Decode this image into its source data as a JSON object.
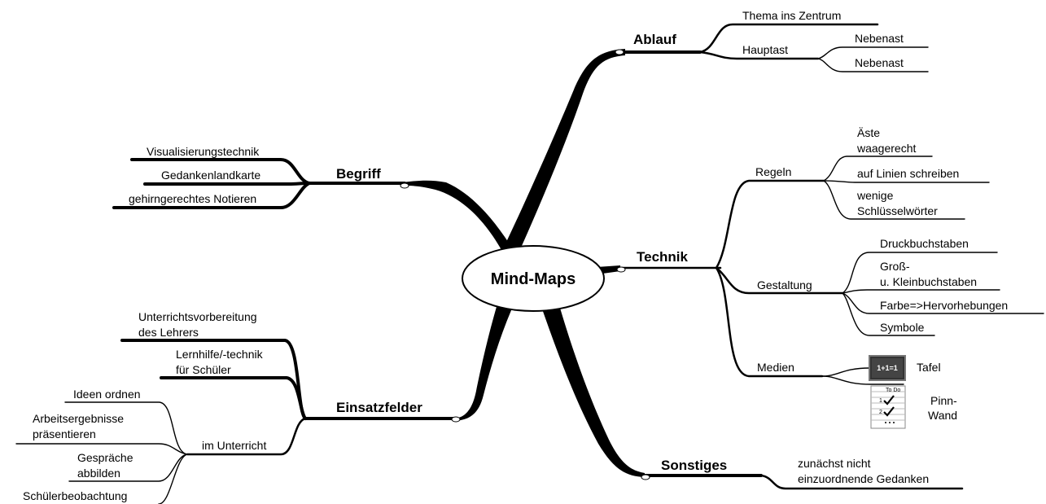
{
  "center": "Mind-Maps",
  "branches": {
    "ablauf": {
      "label": "Ablauf",
      "items": [
        "Thema ins Zentrum",
        "Hauptast"
      ],
      "hauptast_items": [
        "Nebenast",
        "Nebenast"
      ]
    },
    "begriff": {
      "label": "Begriff",
      "items": [
        "Visualisierungstechnik",
        "Gedankenlandkarte",
        "gehirngerechtes Notieren"
      ]
    },
    "technik": {
      "label": "Technik",
      "regeln": {
        "label": "Regeln",
        "items": [
          {
            "line1": "Äste",
            "line2": "waagerecht"
          },
          {
            "line1": "auf Linien schreiben",
            "line2": ""
          },
          {
            "line1": "wenige",
            "line2": "Schlüsselwörter"
          }
        ]
      },
      "gestaltung": {
        "label": "Gestaltung",
        "items": [
          {
            "line1": "Druckbuchstaben",
            "line2": ""
          },
          {
            "line1": "Groß-",
            "line2": "u. Kleinbuchstaben"
          },
          {
            "line1": "Farbe=>Hervorhebungen",
            "line2": ""
          },
          {
            "line1": "Symbole",
            "line2": ""
          }
        ]
      },
      "medien": {
        "label": "Medien",
        "tafel": "Tafel",
        "tafel_icon_text": "1+1=1",
        "pinnwand_line1": "Pinn-",
        "pinnwand_line2": "Wand",
        "pinnwand_icon_text": "To Do",
        "pinnwand_numbers": [
          "1",
          "2"
        ]
      }
    },
    "einsatzfelder": {
      "label": "Einsatzfelder",
      "items": [
        {
          "line1": "Unterrichtsvorbereitung",
          "line2": "des Lehrers"
        },
        {
          "line1": "Lernhilfe/-technik",
          "line2": "für Schüler"
        }
      ],
      "im_unterricht": {
        "label": "im Unterricht",
        "items": [
          {
            "line1": "Ideen ordnen",
            "line2": ""
          },
          {
            "line1": "Arbeitsergebnisse",
            "line2": "präsentieren"
          },
          {
            "line1": "Gespräche",
            "line2": "abbilden"
          },
          {
            "line1": "Schülerbeobachtung",
            "line2": ""
          }
        ]
      }
    },
    "sonstiges": {
      "label": "Sonstiges",
      "item": {
        "line1": "zunächst nicht",
        "line2": "einzuordnende Gedanken"
      }
    }
  }
}
